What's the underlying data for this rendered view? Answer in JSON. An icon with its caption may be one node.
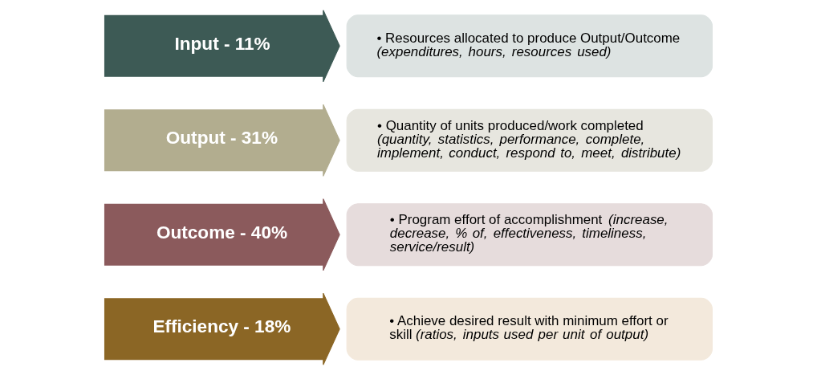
{
  "diagram": {
    "nodes": [
      {
        "text": [
          "Input - 11%"
        ]
      },
      {
        "text": [
          "• Resources allocated to produce Output/Outcome *(expenditures, hours, resources used)*"
        ]
      },
      {
        "text": [
          "Output - 31%"
        ]
      },
      {
        "text": [
          "• Quantity of units produced/work completed *(quantity, statistics, performance, complete, implement, conduct, respond to, meet, distribute)*"
        ]
      },
      {
        "text": [
          "Outcome - 40%"
        ]
      },
      {
        "text": [
          "• Program effort of accomplishment *(increase, decrease, % of, effectiveness, timeliness, service/result)*"
        ]
      },
      {
        "text": [
          "Efficiency - 18%"
        ]
      },
      {
        "text": [
          "• Achieve desired result with minimum effort or skill *(ratios, inputs used per unit of output)*"
        ]
      }
    ]
  }
}
